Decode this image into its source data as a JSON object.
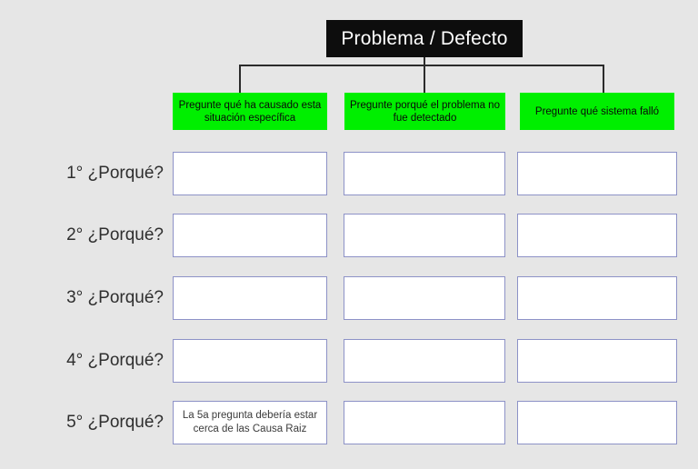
{
  "diagram": {
    "title": "Problema / Defecto",
    "columns": [
      {
        "header": "Pregunte qué ha causado esta situación específica"
      },
      {
        "header": "Pregunte porqué el problema no fue detectado"
      },
      {
        "header": "Pregunte qué sistema falló"
      }
    ],
    "rows": [
      {
        "label": "1° ¿Porqué?",
        "cells": [
          "",
          "",
          ""
        ]
      },
      {
        "label": "2° ¿Porqué?",
        "cells": [
          "",
          "",
          ""
        ]
      },
      {
        "label": "3° ¿Porqué?",
        "cells": [
          "",
          "",
          ""
        ]
      },
      {
        "label": "4° ¿Porqué?",
        "cells": [
          "",
          "",
          ""
        ]
      },
      {
        "label": "5° ¿Porqué?",
        "cells": [
          "La 5a pregunta debería estar cerca de las Causa Raiz",
          "",
          ""
        ]
      }
    ],
    "colors": {
      "background": "#e6e6e6",
      "title_bg": "#0d0d0d",
      "title_text": "#ffffff",
      "header_bg": "#00ef00",
      "header_text": "#0a0a0a",
      "cell_bg": "#ffffff",
      "cell_border": "#8d92c7",
      "connector": "#2b2b2b",
      "label_text": "#2e2e2e"
    }
  }
}
